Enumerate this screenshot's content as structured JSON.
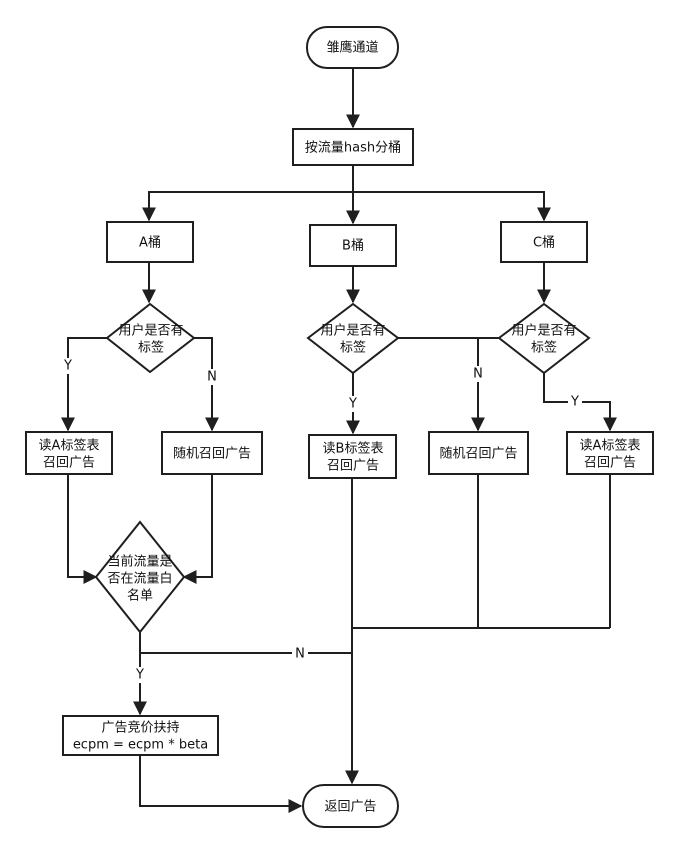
{
  "nodes": {
    "start": "雏鹰通道",
    "hash": "按流量hash分桶",
    "bucket_a": "A桶",
    "bucket_b": "B桶",
    "bucket_c": "C桶",
    "cond_a": [
      "用户是否有",
      "标签"
    ],
    "cond_b": [
      "用户是否有",
      "标签"
    ],
    "cond_c": [
      "用户是否有",
      "标签"
    ],
    "read_a1": [
      "读A标签表",
      "召回广告"
    ],
    "random_a": "随机召回广告",
    "read_b": [
      "读B标签表",
      "召回广告"
    ],
    "random_c": "随机召回广告",
    "read_c": [
      "读A标签表",
      "召回广告"
    ],
    "whitelist": [
      "当前流量是",
      "否在流量白",
      "名单"
    ],
    "boost": [
      "广告竞价扶持",
      "ecpm = ecpm * beta"
    ],
    "end": "返回广告"
  },
  "edges": {
    "a_yes": "Y",
    "a_no": "N",
    "b_yes": "Y",
    "c_no": "N",
    "c_yes": "Y",
    "w_no": "N",
    "w_yes": "Y"
  }
}
